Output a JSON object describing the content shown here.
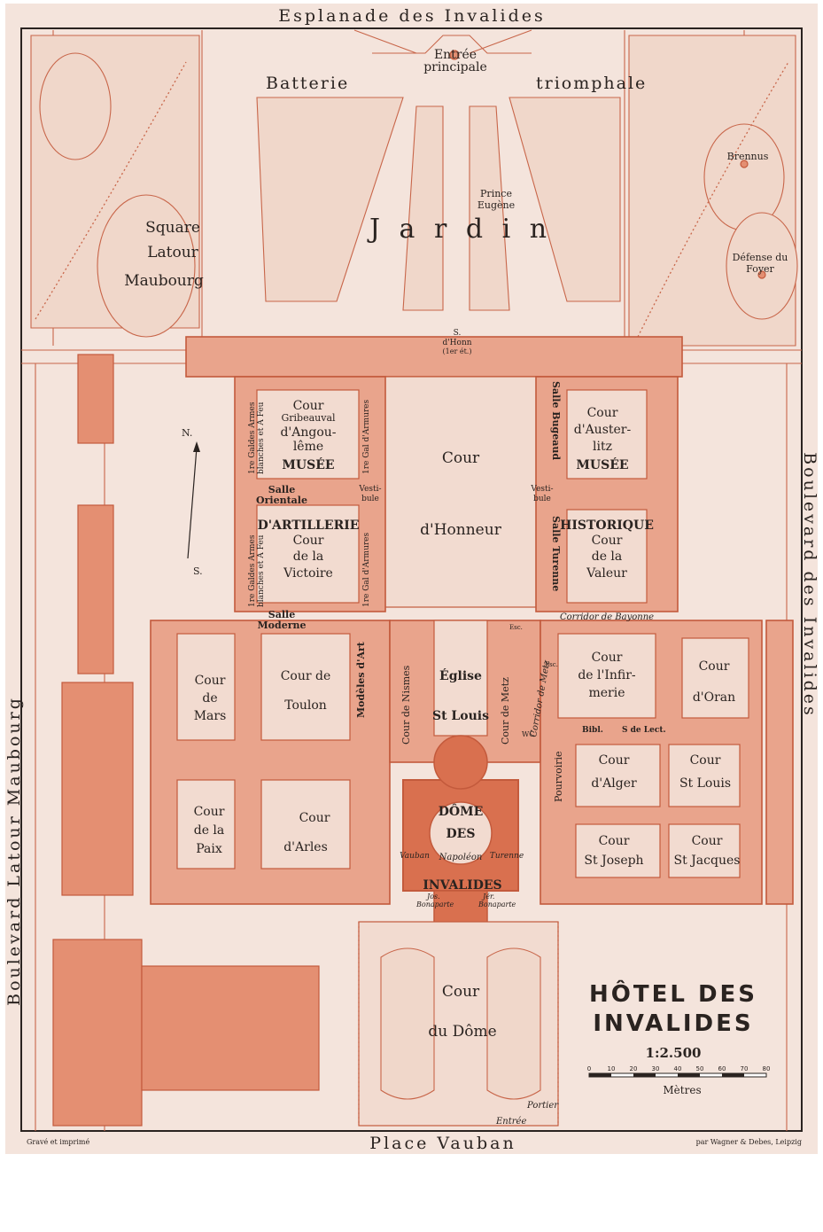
{
  "map": {
    "title_line1": "HÔTEL DES",
    "title_line2": "INVALIDES",
    "scale": "1:2.500",
    "scale_unit": "Mètres",
    "scale_ticks": [
      "0",
      "10",
      "20",
      "30",
      "40",
      "50",
      "60",
      "70",
      "80"
    ],
    "credit_left": "Gravé et imprimé",
    "credit_right": "par Wagner & Debes, Leipzig",
    "colors": {
      "building": "#e9a48c",
      "outline": "#c35a3c",
      "court": "#f2dbd0",
      "paper": "#f4e4dc",
      "dome": "#d9704f"
    }
  },
  "streets": {
    "top": "Esplanade des Invalides",
    "bottom": "Place Vauban",
    "left": "Boulevard Latour Maubourg",
    "right": "Boulevard des Invalides"
  },
  "compass": {
    "north": "N.",
    "south": "S."
  },
  "labels": {
    "entree_principale_1": "Entrée",
    "entree_principale_2": "principale",
    "batterie": "Batterie",
    "triomphale": "triomphale",
    "jardin": "J a r d i n",
    "prince_1": "Prince",
    "prince_2": "Eugène",
    "brennus": "Brennus",
    "defense_1": "Défense du",
    "defense_2": "Foyer",
    "square_1": "Square",
    "square_2": "Latour",
    "square_3": "Maubourg",
    "s_honn_1": "S.",
    "s_honn_2": "d'Honn",
    "s_honn_3": "(1er ét.)",
    "cour_angouleme_1": "Cour",
    "cour_angouleme_2": "Gribeauval",
    "cour_angouleme_3": "d'Angou-",
    "cour_angouleme_4": "lême",
    "musee_left": "MUSÉE",
    "musee_right": "MUSÉE",
    "artillerie": "D'ARTILLERIE",
    "historique": "HISTORIQUE",
    "cour_victoire_1": "Cour",
    "cour_victoire_2": "de la",
    "cour_victoire_3": "Victoire",
    "cour_austerlitz_1": "Cour",
    "cour_austerlitz_2": "d'Auster-",
    "cour_austerlitz_3": "litz",
    "cour_valeur_1": "Cour",
    "cour_valeur_2": "de la",
    "cour_valeur_3": "Valeur",
    "cour_honneur_1": "Cour",
    "cour_honneur_2": "d'Honneur",
    "salle_orientale_1": "Salle",
    "salle_orientale_2": "Orientale",
    "salle_moderne_1": "Salle",
    "salle_moderne_2": "Moderne",
    "vestibule_left": "Vesti-",
    "vestibule_left_2": "bule",
    "vestibule_right": "Vesti-",
    "vestibule_right_2": "bule",
    "salle_bugeaud": "Salle Bugeaud",
    "salle_turenne": "Salle Turenne",
    "salles_armes_left_1": "1re Galdes Armes",
    "salles_armes_left_2": "blanches et A Feu",
    "salles_armes_left_3": "1re Galdes Armes",
    "salles_armes_left_4": "blanches et A Feu",
    "armures_1": "1re Gal d'Armures",
    "armures_2": "1re Gal d'Armures",
    "corridor_bayonne": "Corridor de Bayonne",
    "corridor_metz": "Corridor de Metz",
    "cour_mars_1": "Cour",
    "cour_mars_2": "de",
    "cour_mars_3": "Mars",
    "cour_toulon_1": "Cour de",
    "cour_toulon_2": "Toulon",
    "modeles": "Modèles d'Art",
    "cour_nismes": "Cour de Nismes",
    "cour_metz": "Cour de Metz",
    "eglise_1": "Église",
    "eglise_2": "St Louis",
    "wc": "WC",
    "cour_infirmerie_1": "Cour",
    "cour_infirmerie_2": "de l'Infir-",
    "cour_infirmerie_3": "merie",
    "cour_oran_1": "Cour",
    "cour_oran_2": "d'Oran",
    "bibl": "Bibl.",
    "salle_lect": "S de Lect.",
    "cour_alger_1": "Cour",
    "cour_alger_2": "d'Alger",
    "cour_stlouis_1": "Cour",
    "cour_stlouis_2": "St Louis",
    "cour_paix_1": "Cour",
    "cour_paix_2": "de la",
    "cour_paix_3": "Paix",
    "cour_arles_1": "Cour",
    "cour_arles_2": "d'Arles",
    "dome_1": "DÔME",
    "dome_2": "DES",
    "dome_3": "INVALIDES",
    "vauban": "Vauban",
    "napoleon": "Napoléon",
    "turenne": "Turenne",
    "jos_1": "Jos.",
    "jos_2": "Bonaparte",
    "jer_1": "Jér.",
    "jer_2": "Bonaparte",
    "pourvoirie": "Pourvoirie",
    "cour_stjoseph_1": "Cour",
    "cour_stjoseph_2": "St Joseph",
    "cour_stjacques_1": "Cour",
    "cour_stjacques_2": "St Jacques",
    "cour_dome_1": "Cour",
    "cour_dome_2": "du Dôme",
    "portier": "Portier",
    "entree_bottom": "Entrée",
    "esc_1": "Esc.",
    "esc_2": "Esc."
  }
}
